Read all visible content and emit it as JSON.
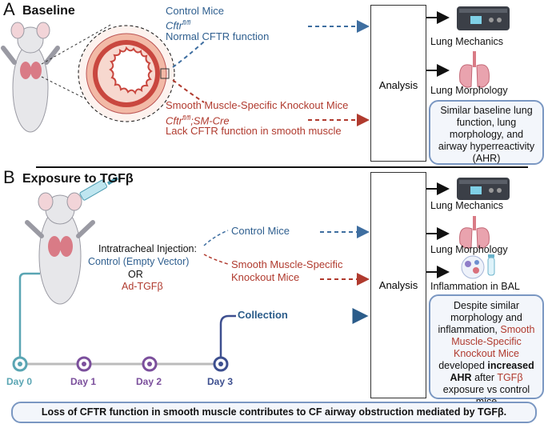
{
  "panelA": {
    "letter": "A",
    "title": "Baseline",
    "control": {
      "line1": "Control Mice",
      "line2": "Cftr",
      "line2_sup": "fl/fl",
      "line3": "Normal CFTR function"
    },
    "knockout": {
      "line1": "Smooth Muscle-Specific Knockout Mice",
      "line2": "Cftr",
      "line2_sup": "fl/fl",
      "line2_rest": ";SM-Cre",
      "line3": "Lack CFTR function in smooth muscle"
    },
    "analysis": "Analysis",
    "outcomes": [
      "Lung Mechanics",
      "Lung Morphology"
    ],
    "summary": "Similar baseline lung function, lung morphology, and airway hyperreactivity (AHR)"
  },
  "panelB": {
    "letter": "B",
    "title": "Exposure to TGFβ",
    "injection": {
      "line1": "Intratracheal Injection:",
      "line2": "Control (Empty Vector)",
      "line3": "OR",
      "line4": "Ad-TGFβ"
    },
    "control": "Control Mice",
    "knockout_line1": "Smooth Muscle-Specific",
    "knockout_line2": "Knockout Mice",
    "collection": "Collection",
    "analysis": "Analysis",
    "outcomes": [
      "Lung Mechanics",
      "Lung Morphology",
      "Inflammation in BAL"
    ],
    "summary": {
      "p1": "Despite similar morphology and inflammation,",
      "p2": "Smooth Muscle-Specific Knockout Mice",
      "p3": "developed",
      "p4": "increased AHR",
      "p5": "after",
      "p6": "TGFβ",
      "p7": "exposure vs control mice"
    },
    "timeline": [
      "Day 0",
      "Day 1",
      "Day 2",
      "Day 3"
    ]
  },
  "conclusion": "Loss of CFTR function in smooth muscle contributes to CF airway obstruction mediated by TGFβ.",
  "colors": {
    "control_blue": "#2f5f8f",
    "knockout_red": "#b03a2e",
    "summary_border": "#7a97c2",
    "day0": "#5aa5b3",
    "day12": "#7b4f9c",
    "day3": "#3d4f8f"
  }
}
